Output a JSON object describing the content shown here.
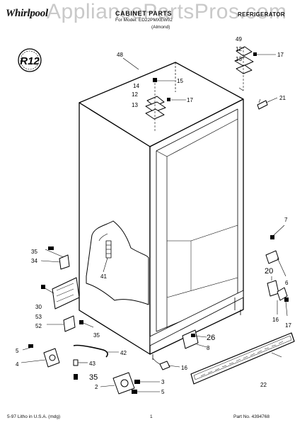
{
  "header": {
    "brand": "Whirlpool",
    "watermark": "AppliancePartsPros.com",
    "title": "CABINET PARTS",
    "model_line": "For Model: ED22PMXEW02",
    "color_line": "(Almond)",
    "category": "REFRIGERATOR"
  },
  "badge": {
    "text": "R12"
  },
  "callouts": {
    "c48": "48",
    "c49": "49",
    "c12a": "12",
    "c13a": "13",
    "c17a": "17",
    "c14": "14",
    "c12b": "12",
    "c13b": "13",
    "c15": "15",
    "c17b": "17",
    "c21": "21",
    "c7": "7",
    "c35a": "35",
    "c34": "34",
    "c41": "41",
    "c20": "20",
    "c6": "6",
    "c30": "30",
    "c53": "53",
    "c52": "52",
    "c35b": "35",
    "c16a": "16",
    "c17c": "17",
    "c26": "26",
    "c8": "8",
    "c5a": "5",
    "c4": "4",
    "c42": "42",
    "c43": "43",
    "c35c": "35",
    "c2": "2",
    "c3": "3",
    "c5b": "5",
    "c16b": "16",
    "c22": "22"
  },
  "footer": {
    "left": "5-97 Litho in U.S.A. (mdg)",
    "page": "1",
    "right": "Part No. 4394768"
  }
}
